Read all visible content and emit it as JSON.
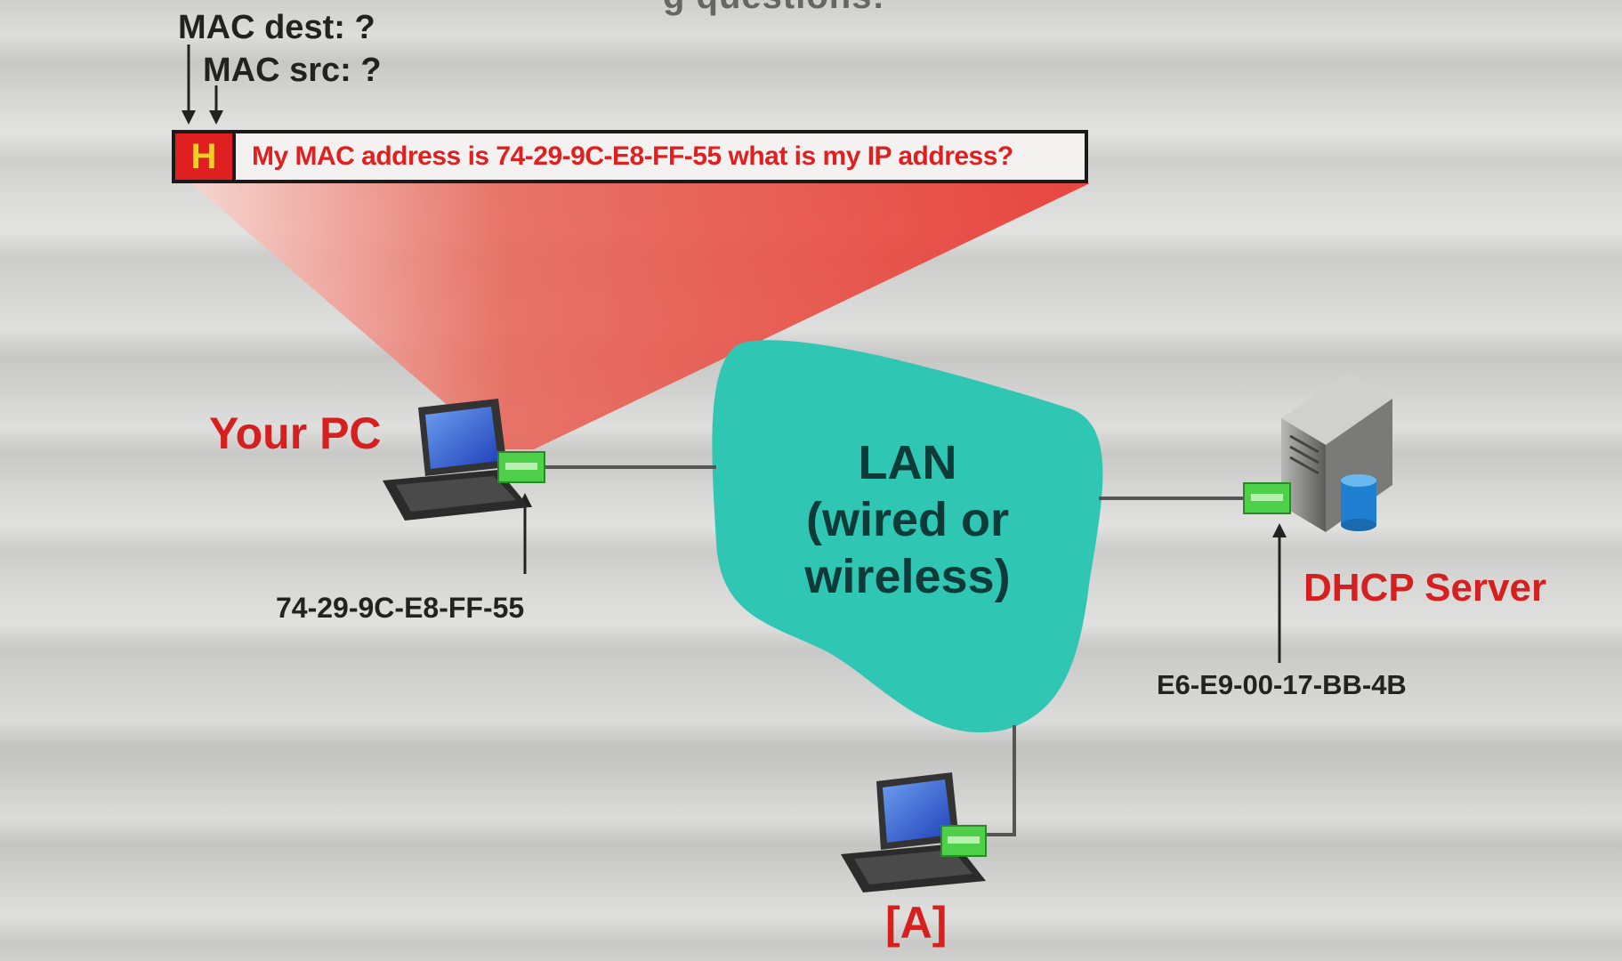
{
  "header": {
    "cut_text": "g questions:"
  },
  "frame": {
    "mac_dest_label": "MAC dest: ?",
    "mac_src_label": "MAC src: ?",
    "header_letter": "H",
    "message": "My MAC address is 74-29-9C-E8-FF-55 what is my IP address?"
  },
  "nodes": {
    "your_pc_label": "Your PC",
    "your_pc_mac": "74-29-9C-E8-FF-55",
    "lan_label": [
      "LAN",
      "(wired or",
      "wireless)"
    ],
    "dhcp_label": "DHCP Server",
    "dhcp_mac": "E6-E9-00-17-BB-4B",
    "host_a_label": "[A]"
  },
  "icons": [
    "laptop-icon",
    "server-icon",
    "database-icon",
    "nic-port-icon"
  ],
  "colors": {
    "accent_red": "#d62020",
    "lan_teal": "#2fc6b4",
    "nic_green": "#4fd04a",
    "frame_header_yellow": "#f0d020"
  }
}
